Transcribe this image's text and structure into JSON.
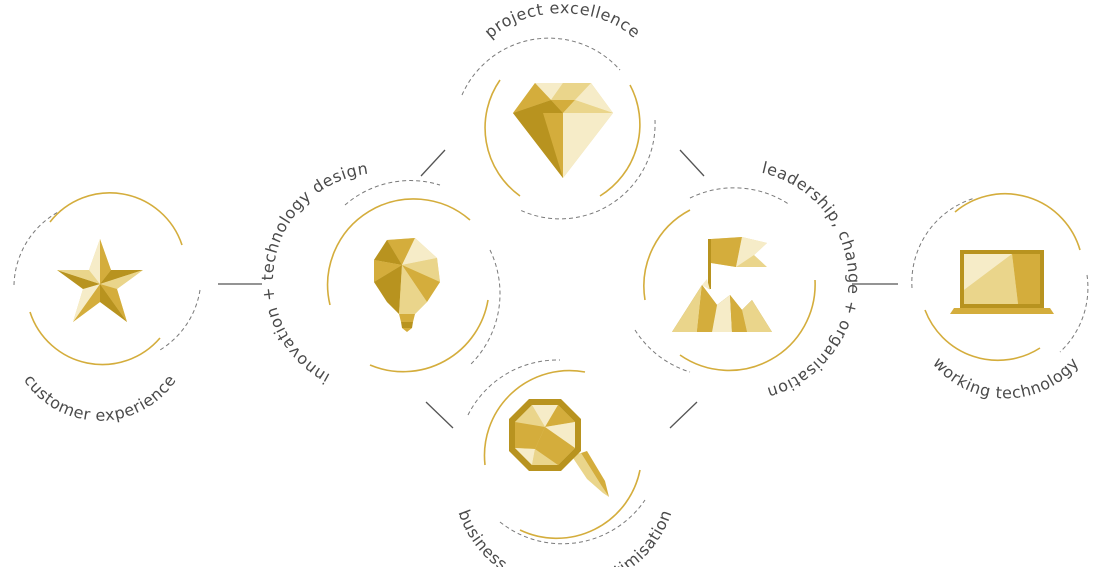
{
  "colors": {
    "gold": "#d4ad3c",
    "gold_dark": "#b8931f",
    "gold_light": "#ead58b",
    "gold_pale": "#f6ecc8",
    "ring_dash": "#7a7a7a",
    "text": "#4a4a4a"
  },
  "nodes": [
    {
      "id": "customer",
      "label": "customer experience",
      "icon": "star-icon"
    },
    {
      "id": "innovation",
      "label": "innovation + technology design",
      "icon": "lightbulb-icon"
    },
    {
      "id": "project",
      "label": "project excellence",
      "icon": "diamond-icon"
    },
    {
      "id": "business",
      "label": "business analysis + optimisation",
      "icon": "magnifier-icon"
    },
    {
      "id": "leadership",
      "label": "leadership, change + organisation",
      "icon": "mountain-flag-icon"
    },
    {
      "id": "working",
      "label": "working technology",
      "icon": "laptop-icon"
    }
  ]
}
